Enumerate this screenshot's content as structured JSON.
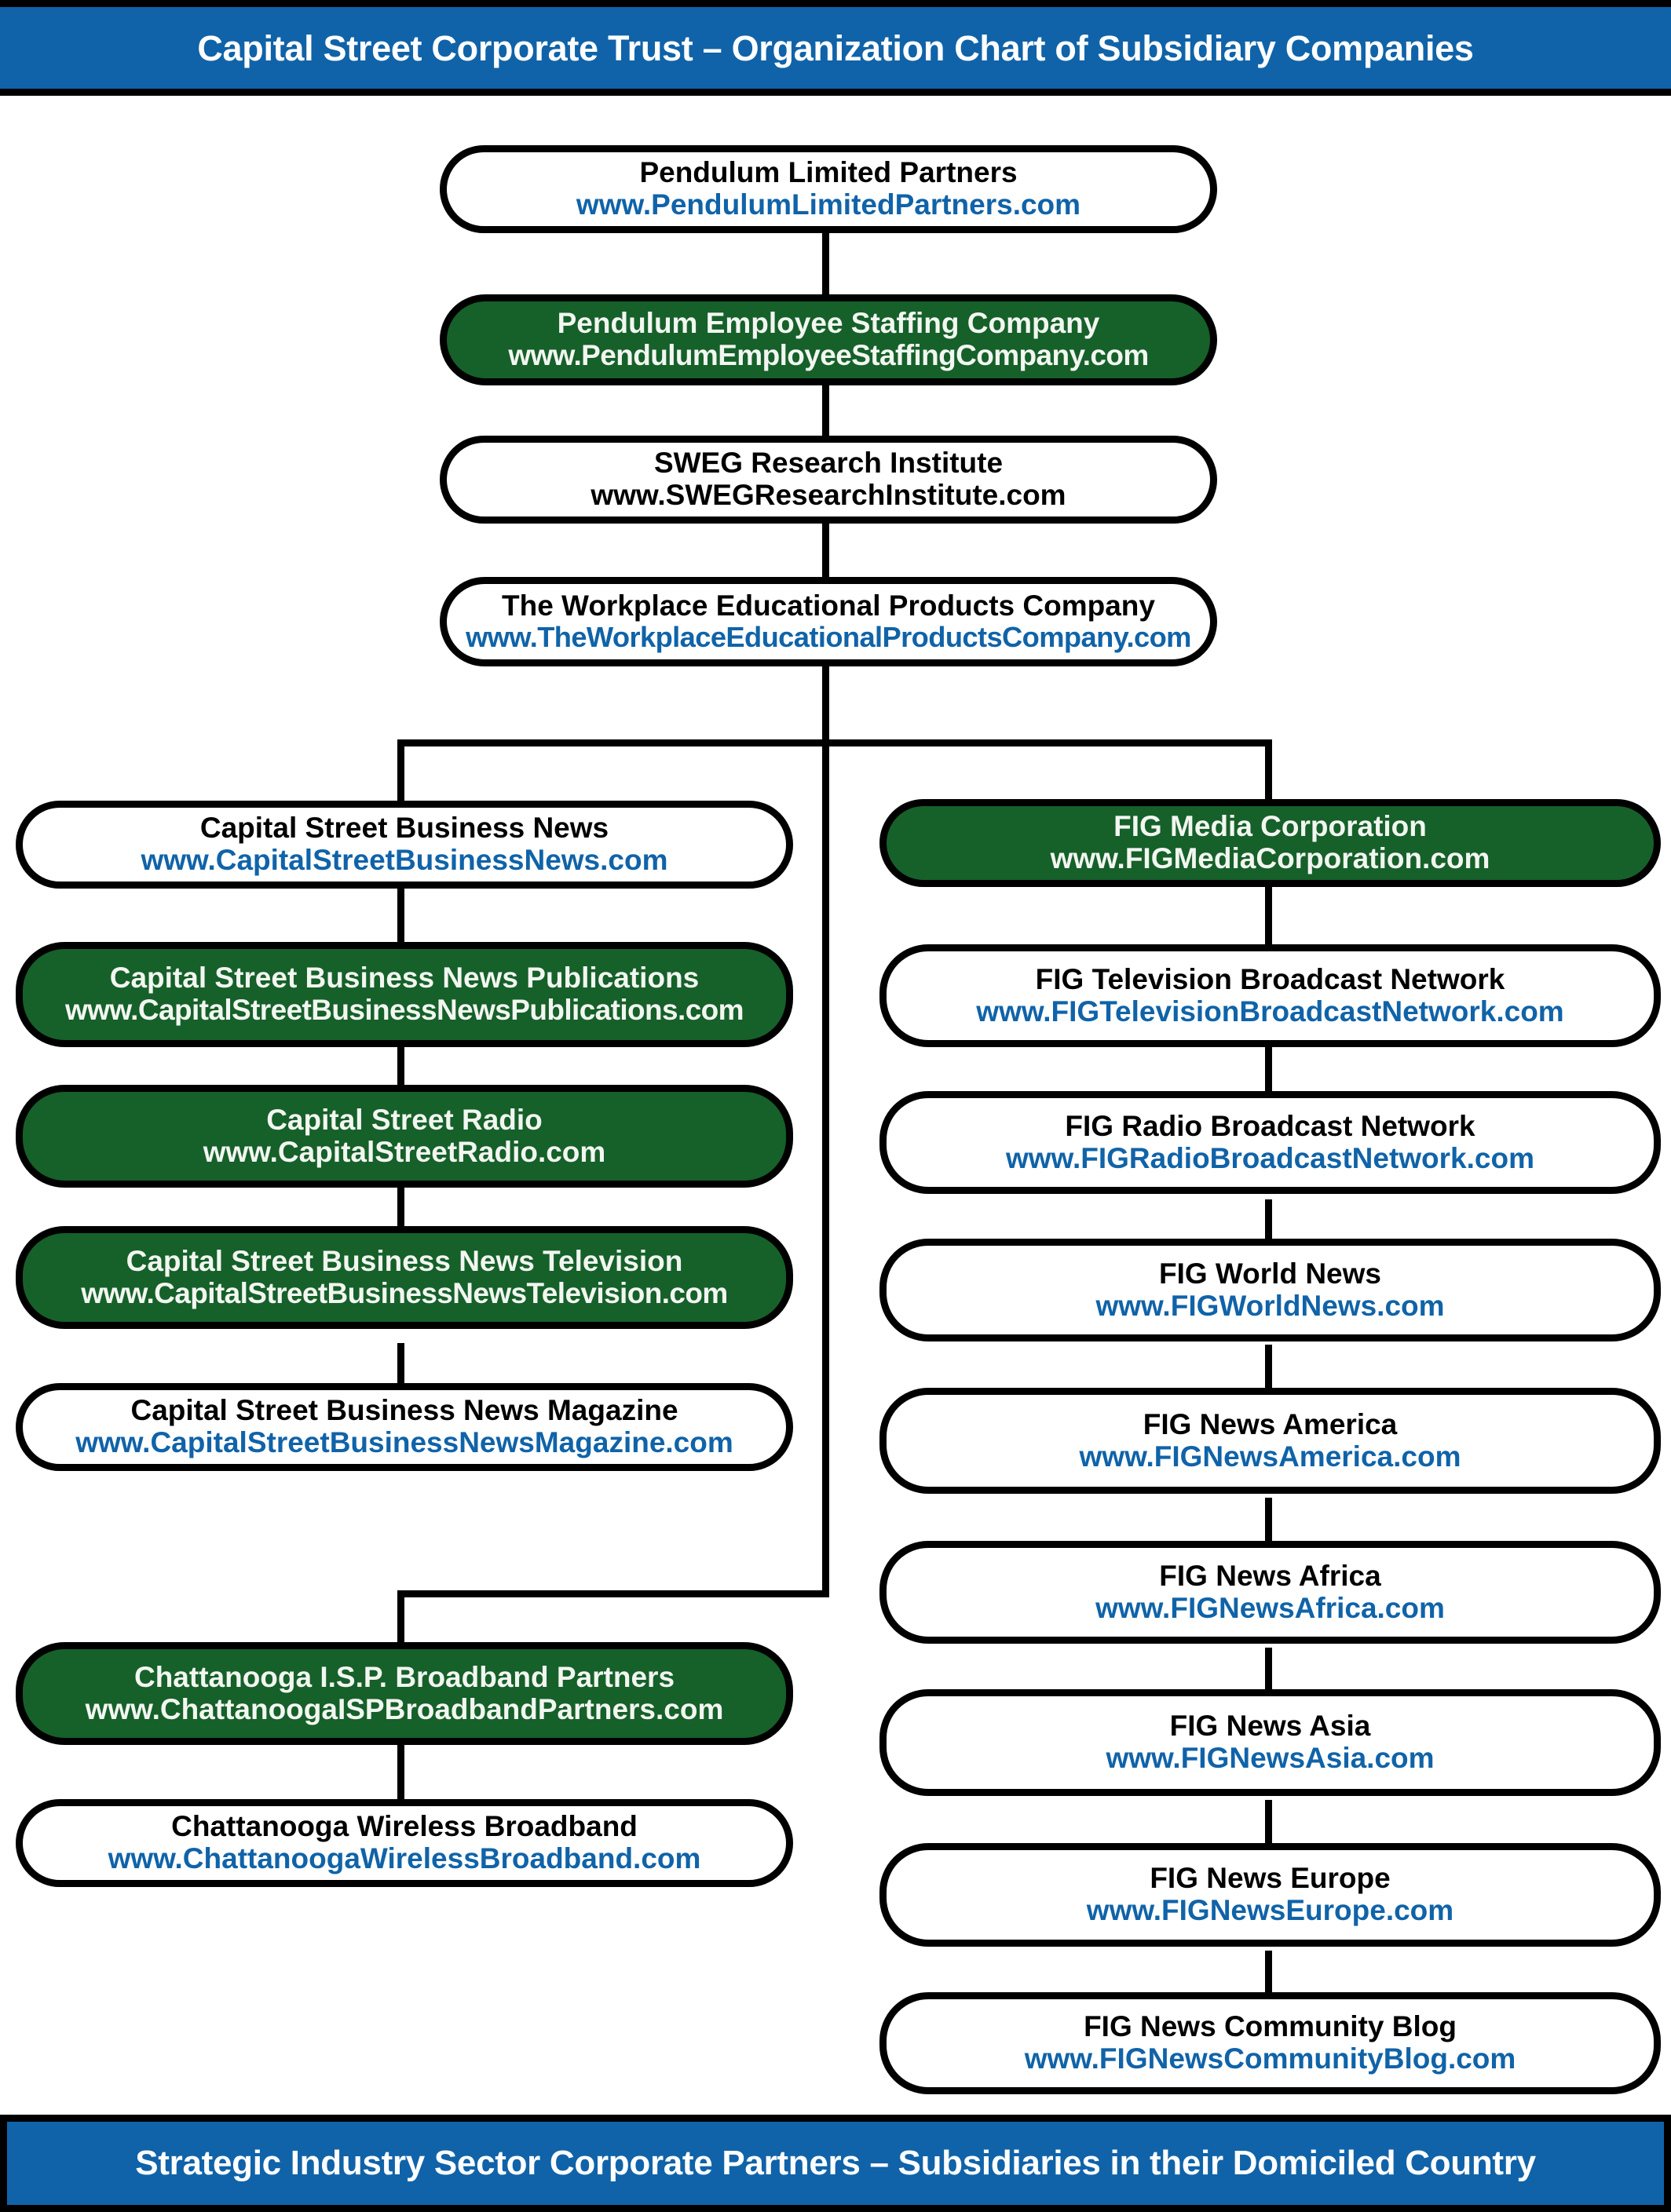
{
  "header": {
    "title": "Capital Street Corporate Trust – Organization Chart of Subsidiary Companies",
    "background_color": "#1063a8",
    "text_color": "#ffffff"
  },
  "footer": {
    "title": "Strategic Industry Sector Corporate Partners – Subsidiaries in their Domiciled Country",
    "background_color": "#1063a8",
    "text_color": "#ffffff"
  },
  "legend_colors": {
    "node_fill_white": "#ffffff",
    "node_fill_green": "#16602a",
    "node_border": "#000000",
    "url_text_blue": "#1063a8",
    "name_text_black": "#000000",
    "green_node_text": "#f2f6f0"
  },
  "chart_data": {
    "type": "diagram",
    "title": "Capital Street Corporate Trust – Organization Chart of Subsidiary Companies",
    "nodes": [
      {
        "id": "pendulum-limited-partners",
        "name": "Pendulum Limited Partners",
        "url": "www.PendulumLimitedPartners.com",
        "fill": "white",
        "url_color": "blue",
        "column": "center",
        "level": 1
      },
      {
        "id": "pendulum-employee-staffing-company",
        "name": "Pendulum Employee Staffing Company",
        "url": "www.PendulumEmployeeStaffingCompany.com",
        "fill": "green",
        "url_color": "white",
        "column": "center",
        "level": 2
      },
      {
        "id": "sweg-research-institute",
        "name": "SWEG Research Institute",
        "url": "www.SWEGResearchInstitute.com",
        "fill": "white",
        "url_color": "black",
        "column": "center",
        "level": 3
      },
      {
        "id": "the-workplace-educational-products-company",
        "name": "The Workplace Educational Products Company",
        "url": "www.TheWorkplaceEducationalProductsCompany.com",
        "fill": "white",
        "url_color": "blue",
        "column": "center",
        "level": 4
      },
      {
        "id": "capital-street-business-news",
        "name": "Capital Street Business News",
        "url": "www.CapitalStreetBusinessNews.com",
        "fill": "white",
        "url_color": "blue",
        "column": "left",
        "level": 5
      },
      {
        "id": "capital-street-business-news-publications",
        "name": "Capital Street Business News Publications",
        "url": "www.CapitalStreetBusinessNewsPublications.com",
        "fill": "green",
        "url_color": "white",
        "column": "left",
        "level": 6
      },
      {
        "id": "capital-street-radio",
        "name": "Capital Street Radio",
        "url": "www.CapitalStreetRadio.com",
        "fill": "green",
        "url_color": "white",
        "column": "left",
        "level": 7
      },
      {
        "id": "capital-street-business-news-television",
        "name": "Capital Street Business News Television",
        "url": "www.CapitalStreetBusinessNewsTelevision.com",
        "fill": "green",
        "url_color": "white",
        "column": "left",
        "level": 8
      },
      {
        "id": "capital-street-business-news-magazine",
        "name": "Capital Street Business News Magazine",
        "url": "www.CapitalStreetBusinessNewsMagazine.com",
        "fill": "white",
        "url_color": "blue",
        "column": "left",
        "level": 9
      },
      {
        "id": "chattanooga-isp-broadband-partners",
        "name": "Chattanooga I.S.P. Broadband Partners",
        "url": "www.ChattanoogaISPBroadbandPartners.com",
        "fill": "green",
        "url_color": "white",
        "column": "left",
        "level": 10
      },
      {
        "id": "chattanooga-wireless-broadband",
        "name": "Chattanooga Wireless Broadband",
        "url": "www.ChattanoogaWirelessBroadband.com",
        "fill": "white",
        "url_color": "blue",
        "column": "left",
        "level": 11
      },
      {
        "id": "fig-media-corporation",
        "name": "FIG Media Corporation",
        "url": "www.FIGMediaCorporation.com",
        "fill": "green",
        "url_color": "white",
        "column": "right",
        "level": 5
      },
      {
        "id": "fig-television-broadcast-network",
        "name": "FIG Television Broadcast Network",
        "url": "www.FIGTelevisionBroadcastNetwork.com",
        "fill": "white",
        "url_color": "blue",
        "column": "right",
        "level": 6
      },
      {
        "id": "fig-radio-broadcast-network",
        "name": "FIG Radio Broadcast Network",
        "url": "www.FIGRadioBroadcastNetwork.com",
        "fill": "white",
        "url_color": "blue",
        "column": "right",
        "level": 7
      },
      {
        "id": "fig-world-news",
        "name": "FIG World News",
        "url": "www.FIGWorldNews.com",
        "fill": "white",
        "url_color": "blue",
        "column": "right",
        "level": 8
      },
      {
        "id": "fig-news-america",
        "name": "FIG News America",
        "url": "www.FIGNewsAmerica.com",
        "fill": "white",
        "url_color": "blue",
        "column": "right",
        "level": 9
      },
      {
        "id": "fig-news-africa",
        "name": "FIG News Africa",
        "url": "www.FIGNewsAfrica.com",
        "fill": "white",
        "url_color": "blue",
        "column": "right",
        "level": 10
      },
      {
        "id": "fig-news-asia",
        "name": "FIG News Asia",
        "url": "www.FIGNewsAsia.com",
        "fill": "white",
        "url_color": "blue",
        "column": "right",
        "level": 11
      },
      {
        "id": "fig-news-europe",
        "name": "FIG News Europe",
        "url": "www.FIGNewsEurope.com",
        "fill": "white",
        "url_color": "blue",
        "column": "right",
        "level": 12
      },
      {
        "id": "fig-news-community-blog",
        "name": "FIG News Community Blog",
        "url": "www.FIGNewsCommunityBlog.com",
        "fill": "white",
        "url_color": "blue",
        "column": "right",
        "level": 13
      }
    ],
    "edges": [
      [
        "pendulum-limited-partners",
        "pendulum-employee-staffing-company"
      ],
      [
        "pendulum-employee-staffing-company",
        "sweg-research-institute"
      ],
      [
        "sweg-research-institute",
        "the-workplace-educational-products-company"
      ],
      [
        "the-workplace-educational-products-company",
        "capital-street-business-news"
      ],
      [
        "the-workplace-educational-products-company",
        "fig-media-corporation"
      ],
      [
        "the-workplace-educational-products-company",
        "chattanooga-isp-broadband-partners"
      ],
      [
        "capital-street-business-news",
        "capital-street-business-news-publications"
      ],
      [
        "capital-street-business-news-publications",
        "capital-street-radio"
      ],
      [
        "capital-street-radio",
        "capital-street-business-news-television"
      ],
      [
        "capital-street-business-news-television",
        "capital-street-business-news-magazine"
      ],
      [
        "chattanooga-isp-broadband-partners",
        "chattanooga-wireless-broadband"
      ],
      [
        "fig-media-corporation",
        "fig-television-broadcast-network"
      ],
      [
        "fig-television-broadcast-network",
        "fig-radio-broadcast-network"
      ],
      [
        "fig-radio-broadcast-network",
        "fig-world-news"
      ],
      [
        "fig-world-news",
        "fig-news-america"
      ],
      [
        "fig-news-america",
        "fig-news-africa"
      ],
      [
        "fig-news-africa",
        "fig-news-asia"
      ],
      [
        "fig-news-asia",
        "fig-news-europe"
      ],
      [
        "fig-news-europe",
        "fig-news-community-blog"
      ]
    ]
  }
}
